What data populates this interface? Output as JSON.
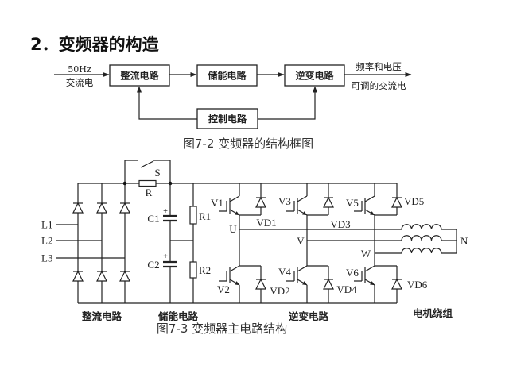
{
  "title": "2．变频器的构造",
  "block_diagram": {
    "input_label_top": "50Hz",
    "input_label_bottom": "交流电",
    "blocks": {
      "rectifier": "整流电路",
      "storage": "储能电路",
      "inverter": "逆变电路",
      "control": "控制电路"
    },
    "output_label_top": "频率和电压",
    "output_label_bottom": "可调的交流电",
    "caption": "图7-2  变频器的结构框图"
  },
  "circuit": {
    "phase_inputs": [
      "L1",
      "L2",
      "L3"
    ],
    "bypass_switch": "S",
    "charge_resistor": "R",
    "capacitors": [
      "C1",
      "C2"
    ],
    "capacitor_polarity": "+",
    "balance_resistors": [
      "R1",
      "R2"
    ],
    "igbts": {
      "upper": [
        "V1",
        "V3",
        "V5"
      ],
      "lower": [
        "V2",
        "V4",
        "V6"
      ]
    },
    "freewheel_diodes": {
      "upper": [
        "VD1",
        "VD3",
        "VD5"
      ],
      "lower": [
        "VD2",
        "VD4",
        "VD6"
      ]
    },
    "output_phases": [
      "U",
      "V",
      "W"
    ],
    "neutral": "N",
    "section_labels": {
      "rectifier": "整流电路",
      "storage": "储能电路",
      "inverter": "逆变电路",
      "motor": "电机绕组"
    },
    "caption": "图7-3  变频器主电路结构"
  }
}
